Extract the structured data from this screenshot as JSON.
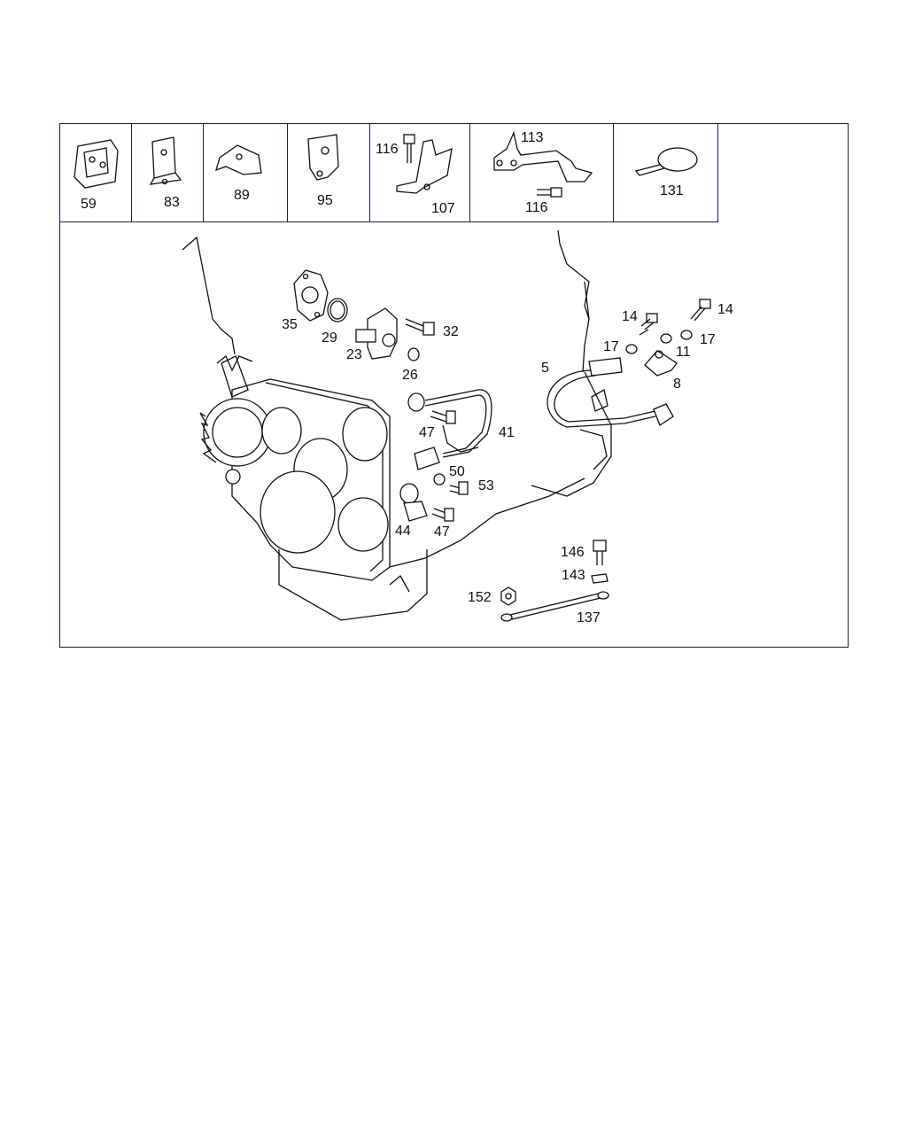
{
  "header_cells": [
    {
      "label": "59"
    },
    {
      "label": "83"
    },
    {
      "label": "89"
    },
    {
      "label": "95"
    },
    {
      "label": "116",
      "label2": "107"
    },
    {
      "label": "113",
      "label2": "116"
    },
    {
      "label": "131"
    }
  ],
  "callouts": {
    "c35": "35",
    "c29": "29",
    "c23": "23",
    "c32": "32",
    "c26": "26",
    "c14a": "14",
    "c14b": "14",
    "c17a": "17",
    "c17b": "17",
    "c11": "11",
    "c5": "5",
    "c8": "8",
    "c47a": "47",
    "c41": "41",
    "c50": "50",
    "c53": "53",
    "c44": "44",
    "c47b": "47",
    "c146": "146",
    "c143": "143",
    "c152": "152",
    "c137": "137"
  }
}
